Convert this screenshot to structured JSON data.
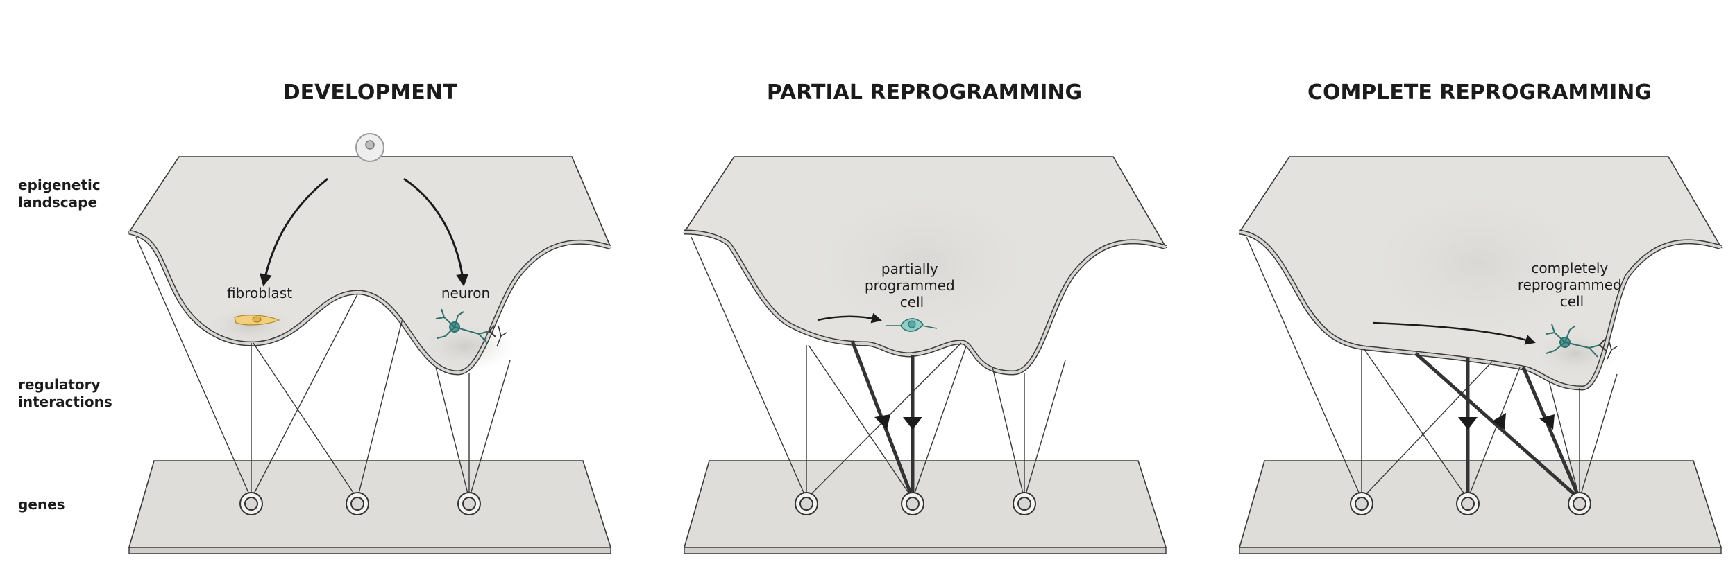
{
  "row_labels": {
    "landscape": [
      "epigenetic",
      "landscape"
    ],
    "interactions": [
      "regulatory",
      "interactions"
    ],
    "genes": "genes"
  },
  "panels": [
    {
      "title": "DEVELOPMENT",
      "labels": [
        "fibroblast",
        "neuron"
      ]
    },
    {
      "title": "PARTIAL REPROGRAMMING",
      "labels": [
        "partially",
        "programmed",
        "cell"
      ]
    },
    {
      "title": "COMPLETE REPROGRAMMING",
      "labels": [
        "completely",
        "reprogrammed",
        "cell"
      ]
    }
  ],
  "colors": {
    "landscape": "#e3e2df",
    "gene_plane": "#deddda",
    "fibroblast": "#f3cf7c",
    "neuron": "#4f9a96",
    "partial_cell": "#8fcfc8",
    "stem_cell": "#eeeeee",
    "arrow": "#1b1b1b"
  },
  "icons": [
    "stem-cell-icon",
    "fibroblast-icon",
    "neuron-icon",
    "partial-cell-icon",
    "reprogrammed-neuron-icon",
    "gene-node-icon",
    "arrow-icon"
  ]
}
